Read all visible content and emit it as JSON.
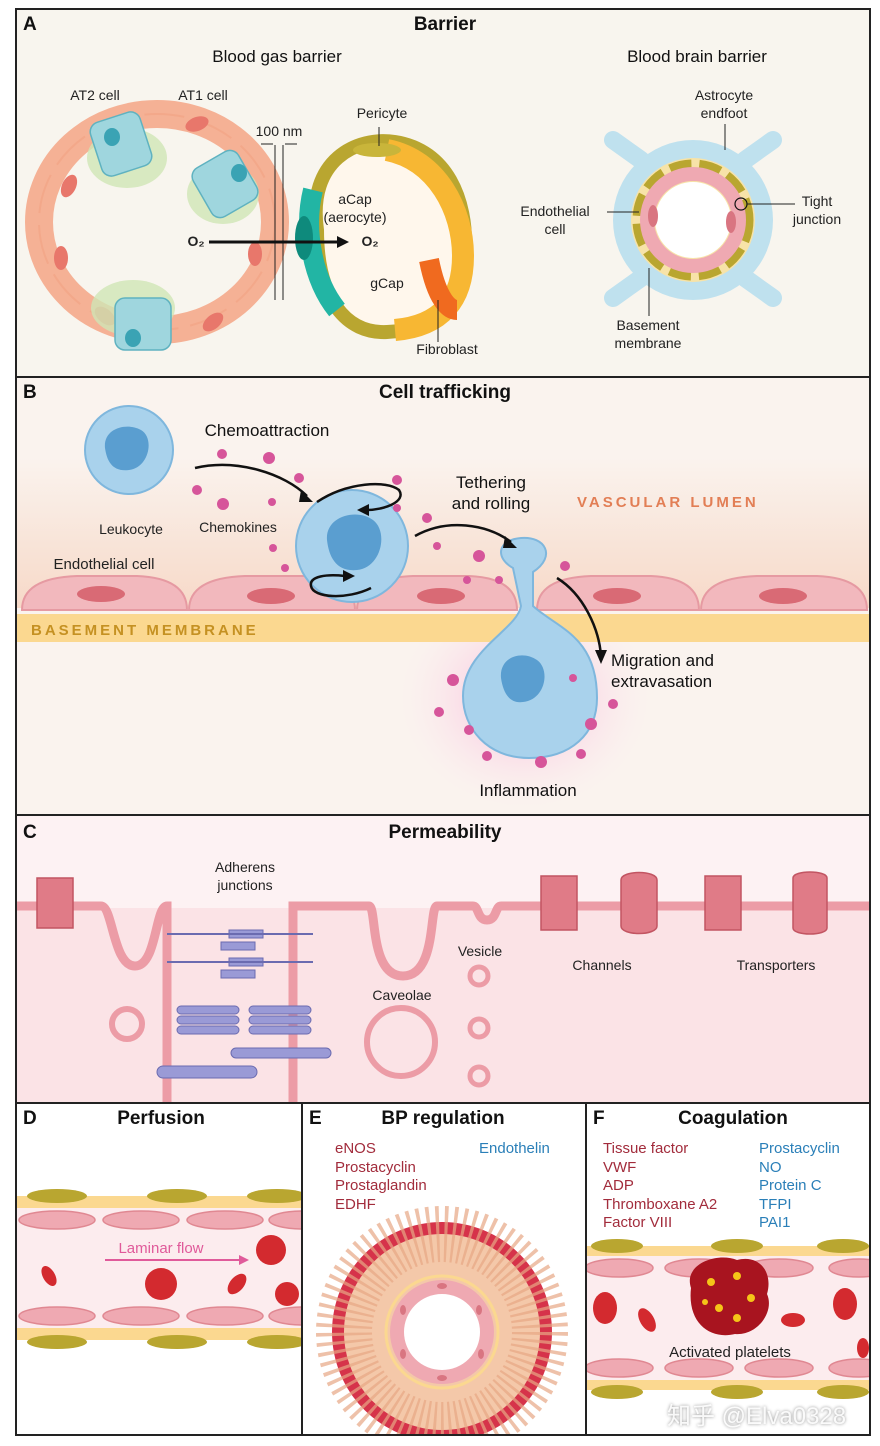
{
  "panelA": {
    "letter": "A",
    "title": "Barrier",
    "bgb_title": "Blood gas barrier",
    "bbb_title": "Blood brain barrier",
    "at2": "AT2 cell",
    "at1": "AT1 cell",
    "nm": "100 nm",
    "pericyte": "Pericyte",
    "acap": "aCap\n(aerocyte)",
    "o2_left": "O₂",
    "o2_right": "O₂",
    "gcap": "gCap",
    "fibroblast": "Fibroblast",
    "astrocyte": "Astrocyte\nendfoot",
    "endothelial": "Endothelial\ncell",
    "tight": "Tight\njunction",
    "basement": "Basement\nmembrane"
  },
  "panelB": {
    "letter": "B",
    "title": "Cell trafficking",
    "chemoattraction": "Chemoattraction",
    "leukocyte": "Leukocyte",
    "chemokines": "Chemokines",
    "tethering": "Tethering\nand rolling",
    "lumen": "VASCULAR LUMEN",
    "endothelial": "Endothelial cell",
    "basement": "BASEMENT MEMBRANE",
    "migration": "Migration and\nextravasation",
    "inflammation": "Inflammation"
  },
  "panelC": {
    "letter": "C",
    "title": "Permeability",
    "adherens": "Adherens\njunctions",
    "vesicle": "Vesicle",
    "caveolae": "Caveolae",
    "channels": "Channels",
    "transporters": "Transporters"
  },
  "panelD": {
    "letter": "D",
    "title": "Perfusion",
    "laminar": "Laminar flow"
  },
  "panelE": {
    "letter": "E",
    "title": "BP regulation",
    "red_items": [
      "eNOS",
      "Prostacyclin",
      "Prostaglandin",
      "EDHF"
    ],
    "blue_items": [
      "Endothelin"
    ]
  },
  "panelF": {
    "letter": "F",
    "title": "Coagulation",
    "red_items": [
      "Tissue factor",
      "VWF",
      "ADP",
      "Thromboxane A2",
      "Factor VIII"
    ],
    "blue_items": [
      "Prostacyclin",
      "NO",
      "Protein C",
      "TFPI",
      "PAI1"
    ],
    "platelets": "Activated platelets"
  },
  "watermark": "知乎 @Elva0328",
  "colors": {
    "endo_pink": "#e69aa2",
    "leukocyte_blue": "#a9d2ec",
    "basement_yellow": "#fbd890",
    "chemokine": "#d6559a",
    "junction_purple": "#8f8fcf",
    "rbc_red": "#d32a2f",
    "pericyte_olive": "#b9a630"
  }
}
